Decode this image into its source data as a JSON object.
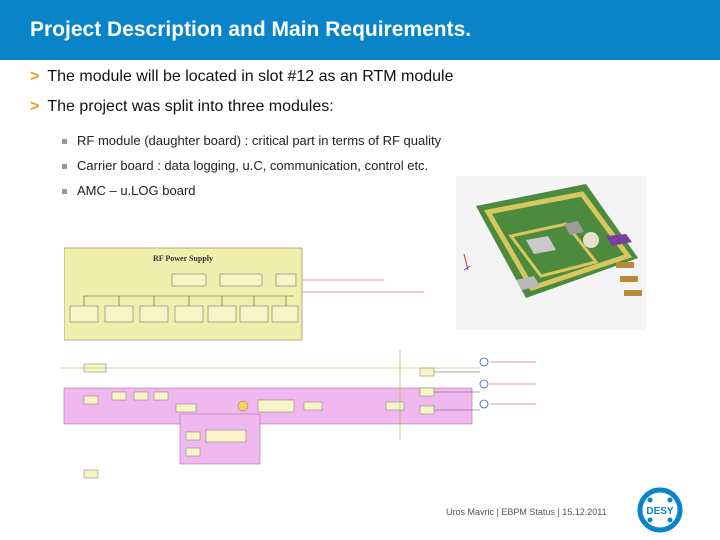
{
  "header": {
    "title": "Project Description and Main Requirements."
  },
  "bullets": [
    {
      "text": "The module will be located in slot #12 as an RTM module"
    },
    {
      "text": "The project was split into three modules:"
    }
  ],
  "subbullets": [
    {
      "text": "RF module (daughter board) : critical part in terms of RF quality"
    },
    {
      "text": "Carrier board : data logging, u.C, communication, control etc."
    },
    {
      "text": "AMC – u.LOG board"
    }
  ],
  "power_supply_diagram": {
    "title": "RF Power Supply"
  },
  "footer": {
    "text": "Uros Mavric  |  EBPM Status  |  15.12.2011"
  },
  "logo": {
    "text": "DESY"
  },
  "colors": {
    "header": "#0a84c8",
    "arrow": "#f39a1e",
    "board_green": "#4c8a3e",
    "board_yellow": "#d8c760",
    "diagram_fill": "#f1efad",
    "block_fill": "#efb8ee"
  }
}
